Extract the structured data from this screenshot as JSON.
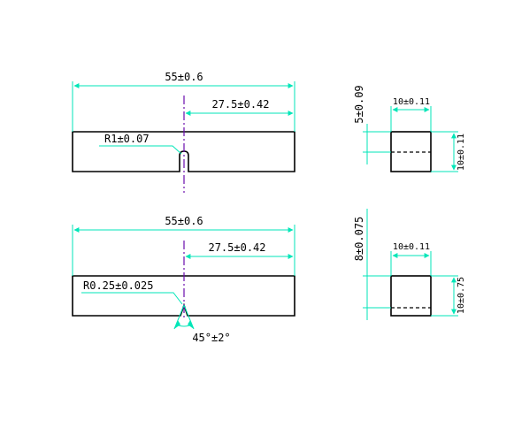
{
  "colors": {
    "part_outline": "#000000",
    "dimension_lines": "#00e6b8",
    "center_line": "#6a0dad",
    "text": "#000000",
    "background": "#ffffff"
  },
  "top_specimen": {
    "length": "55±0.6",
    "notch_position": "27.5±0.42",
    "notch_radius": "R1±0.07"
  },
  "top_section": {
    "width": "10±0.11",
    "notch_depth": "5±0.09",
    "height": "10±0.11"
  },
  "bottom_specimen": {
    "length": "55±0.6",
    "notch_position": "27.5±0.42",
    "notch_radius": "R0.25±0.025",
    "notch_angle": "45°±2°"
  },
  "bottom_section": {
    "width": "10±0.11",
    "notch_depth": "8±0.075",
    "height": "10±0.75"
  }
}
